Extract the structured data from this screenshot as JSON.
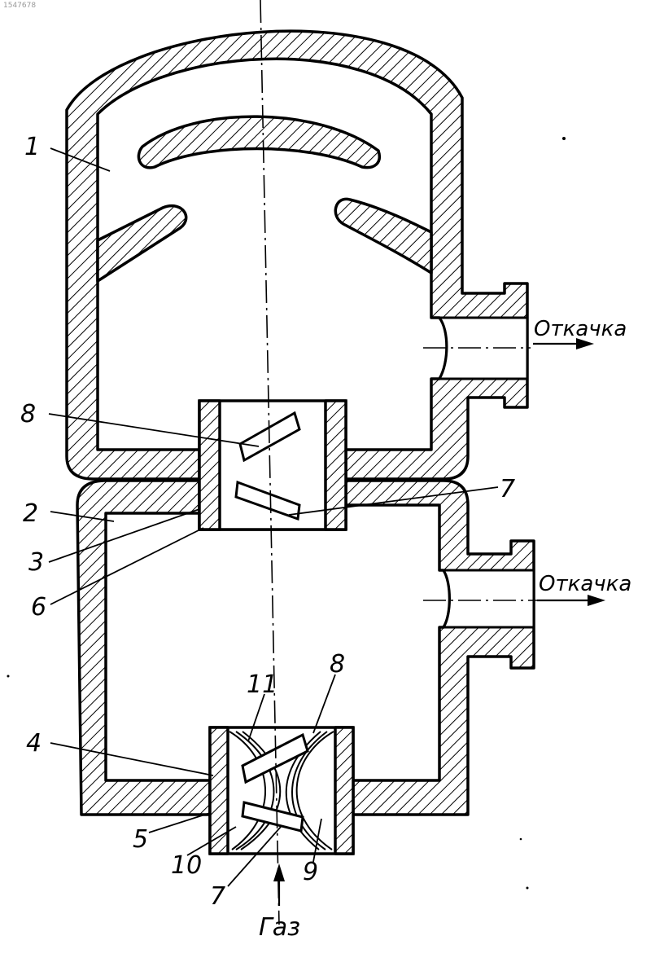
{
  "corner_mark": "1547678",
  "outlets": {
    "upper": "Откачка",
    "lower": "Откачка"
  },
  "inlet": "Газ",
  "parts": {
    "p1": "1",
    "p2": "2",
    "p3": "3",
    "p4": "4",
    "p5": "5",
    "p6": "6",
    "p7_upper": "7",
    "p7_lower": "7",
    "p8_upper": "8",
    "p8_lower": "8",
    "p9": "9",
    "p10": "10",
    "p11": "11"
  },
  "colors": {
    "ink": "#000000",
    "paper": "#ffffff"
  }
}
